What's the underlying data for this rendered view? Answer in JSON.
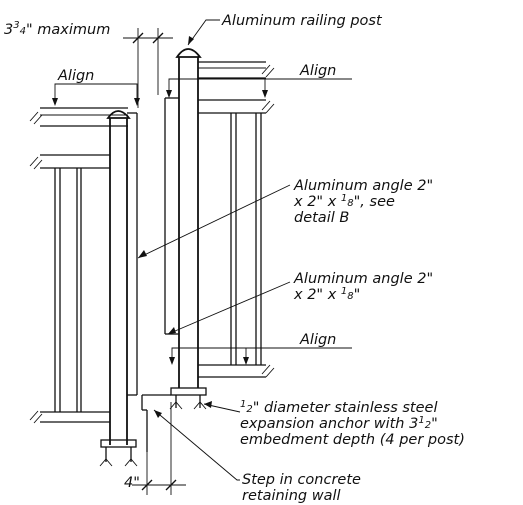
{
  "labels": {
    "max_a": "3",
    "max_b": "3",
    "max_c": "4",
    "max_d": "\" maximum",
    "post": "Aluminum railing post",
    "align_left": "Align",
    "align_right_top": "Align",
    "align_right_bottom": "Align",
    "angle_b_1": "Aluminum angle 2\"",
    "angle_b_2": "x 2\" x ",
    "angle_b_3": "1",
    "angle_b_4": "8",
    "angle_b_5": "\", see",
    "angle_b_6": "detail B",
    "angle_1": "Aluminum angle 2\"",
    "angle_2": "x 2\" x ",
    "angle_3": "1",
    "angle_4": "8",
    "angle_5": "\"",
    "anchor_1a": "1",
    "anchor_1b": "2",
    "anchor_1c": "\" diameter stainless steel",
    "anchor_2a": "expansion anchor with 3",
    "anchor_2b": "1",
    "anchor_2c": "2",
    "anchor_2d": "\"",
    "anchor_3": "embedment depth (4 per post)",
    "dim_4": "4\"",
    "step_1": "Step in concrete",
    "step_2": "retaining wall"
  }
}
